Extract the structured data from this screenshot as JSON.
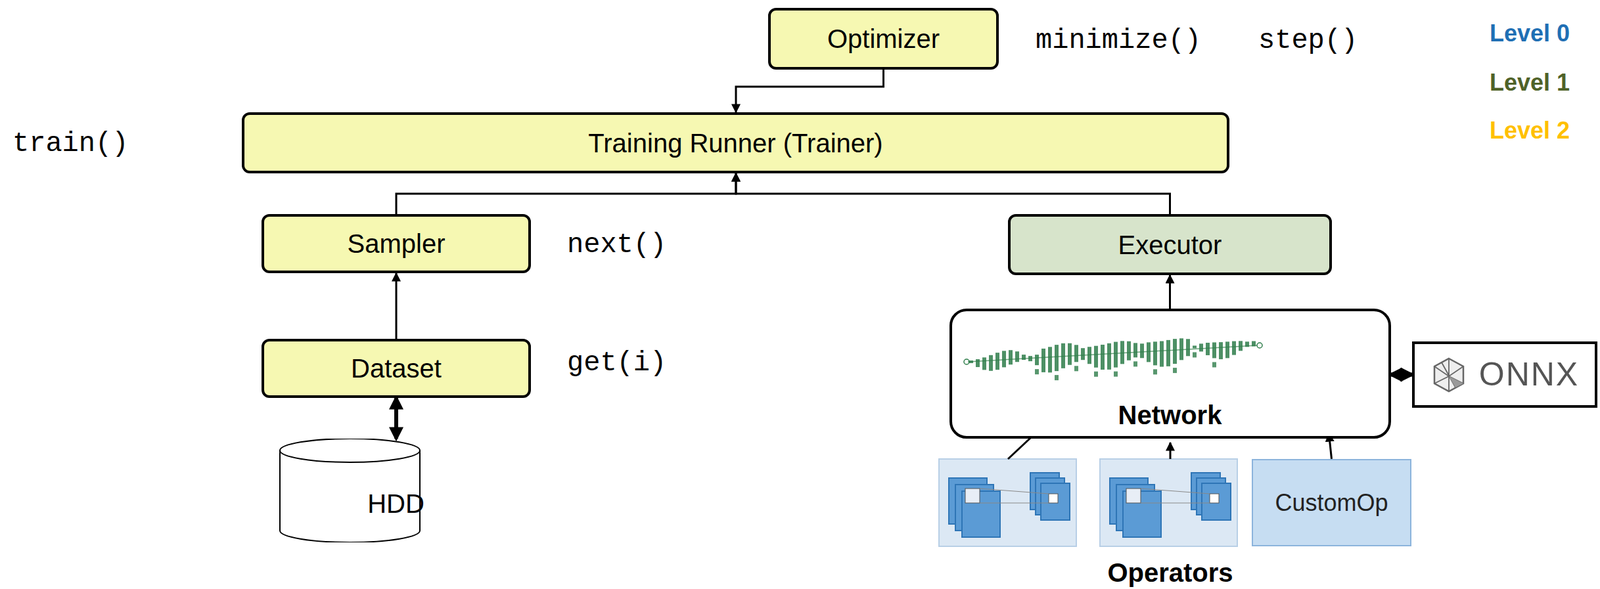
{
  "diagram": {
    "nodes": [
      {
        "text": [
          "Optimizer"
        ]
      },
      {
        "text": [
          "Training Runner (Trainer)"
        ]
      },
      {
        "text": [
          "Sampler"
        ]
      },
      {
        "text": [
          "Executor"
        ]
      },
      {
        "text": [
          "Dataset"
        ]
      },
      {
        "text": [
          "HDD"
        ]
      },
      {
        "text": [
          "Network"
        ]
      },
      {
        "text": [
          "ONNX"
        ]
      },
      {
        "text": [
          "CustomOp"
        ]
      }
    ],
    "edges": [
      {
        "from": 0,
        "to": 1,
        "arrow": "to"
      },
      {
        "from": 2,
        "to": 1,
        "arrow": "to"
      },
      {
        "from": 3,
        "to": 1,
        "arrow": "to"
      },
      {
        "from": 4,
        "to": 2,
        "arrow": "to"
      },
      {
        "from": 4,
        "to": 5,
        "arrow": "both"
      },
      {
        "from": 6,
        "to": 3,
        "arrow": "to"
      },
      {
        "from": 6,
        "to": 7,
        "arrow": "both"
      },
      {
        "from": 8,
        "to": 6,
        "arrow": "to"
      }
    ],
    "labels": [
      "minimize()",
      "step()",
      "train()",
      "next()",
      "get(i)",
      "Operators",
      "Level 0",
      "Level 1",
      "Level 2"
    ]
  }
}
